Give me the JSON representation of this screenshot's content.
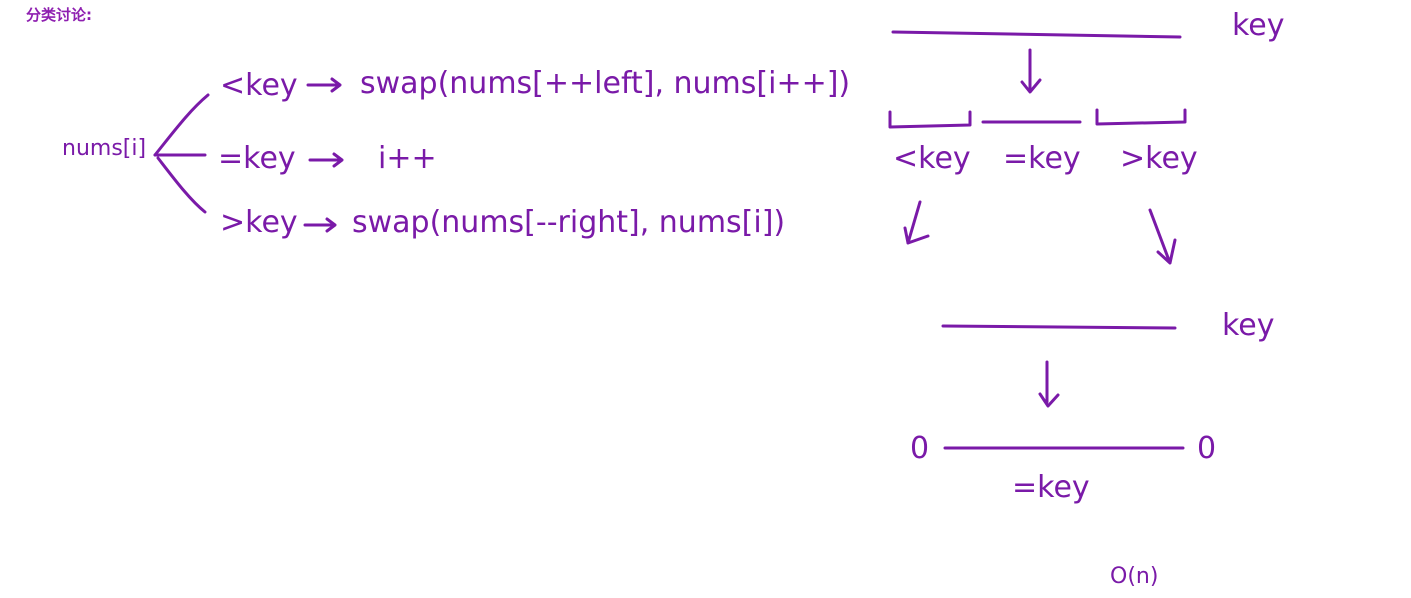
{
  "header": {
    "title": "分类讨论:"
  },
  "colors": {
    "ink": "#7a1aa8",
    "header": "#8e1fb0",
    "background": "#ffffff"
  },
  "branches": {
    "root": "nums[i]",
    "less": {
      "cond": "<key",
      "action": "swap(nums[++left], nums[i++])"
    },
    "equal": {
      "cond": "=key",
      "action": "i++"
    },
    "greater": {
      "cond": ">key",
      "action": "swap(nums[--right], nums[i])"
    }
  },
  "partition": {
    "top_label": "key",
    "less_label": "<key",
    "equal_label": "=key",
    "greater_label": ">key",
    "second_label": "key",
    "final_left": "0",
    "final_right": "0",
    "final_label": "=key",
    "complexity": "O(n)"
  }
}
